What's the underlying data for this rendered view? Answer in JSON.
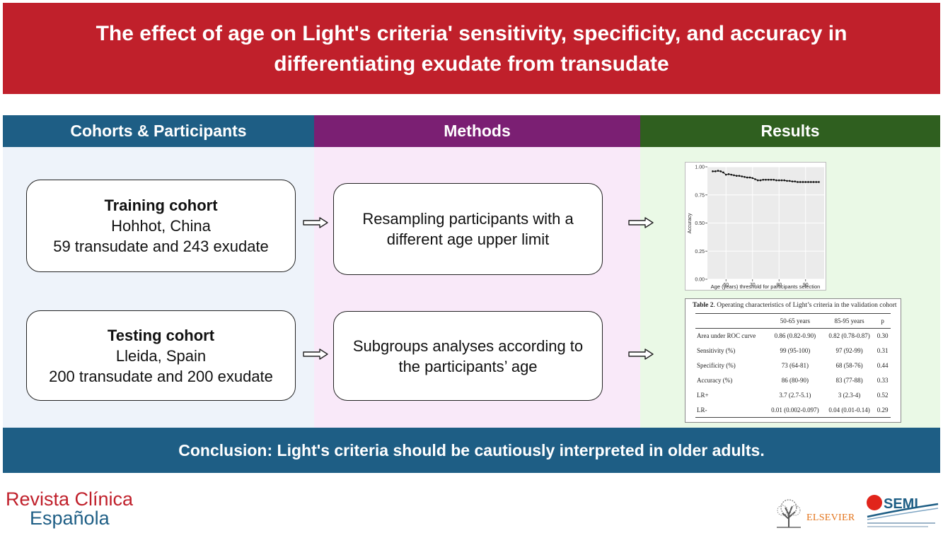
{
  "title": {
    "line1": "The effect of age on Light's criteria' sensitivity, specificity, and accuracy in",
    "line2": "differentiating exudate from transudate"
  },
  "columns": {
    "cohorts": "Cohorts & Participants",
    "methods": "Methods",
    "results": "Results"
  },
  "training": {
    "heading": "Training cohort",
    "location": "Hohhot, China",
    "counts": "59 transudate and 243 exudate"
  },
  "testing": {
    "heading": "Testing cohort",
    "location": "Lleida, Spain",
    "counts": "200 transudate and 200 exudate"
  },
  "methods": {
    "resampling_l1": "Resampling participants with a",
    "resampling_l2": "different age upper limit",
    "subgroups_l1": "Subgroups analyses according to",
    "subgroups_l2": "the participants’ age"
  },
  "chart_data": {
    "type": "line",
    "xlabel": "Age (years) threshold for participants selection",
    "ylabel": "Accuracy",
    "xlim": [
      53,
      97
    ],
    "ylim": [
      0,
      1
    ],
    "xticks": [
      60,
      70,
      80,
      90
    ],
    "yticks": [
      0.0,
      0.25,
      0.5,
      0.75,
      1.0
    ],
    "ytick_labels": [
      "0.00",
      "0.25",
      "0.50",
      "0.75",
      "1.00"
    ],
    "grid": true,
    "x": [
      55,
      56,
      57,
      58,
      59,
      60,
      61,
      62,
      63,
      64,
      65,
      66,
      67,
      68,
      69,
      70,
      71,
      72,
      73,
      74,
      75,
      76,
      77,
      78,
      79,
      80,
      81,
      82,
      83,
      84,
      85,
      86,
      87,
      88,
      89,
      90,
      91,
      92,
      93,
      94,
      95
    ],
    "y": [
      0.96,
      0.96,
      0.965,
      0.96,
      0.95,
      0.93,
      0.935,
      0.93,
      0.925,
      0.92,
      0.92,
      0.915,
      0.91,
      0.905,
      0.905,
      0.9,
      0.89,
      0.88,
      0.88,
      0.885,
      0.885,
      0.885,
      0.885,
      0.885,
      0.88,
      0.88,
      0.88,
      0.88,
      0.875,
      0.875,
      0.87,
      0.87,
      0.865,
      0.865,
      0.865,
      0.865,
      0.865,
      0.865,
      0.865,
      0.865,
      0.865
    ]
  },
  "table": {
    "caption_bold": "Table 2",
    "caption_rest": ". Operating characteristics of Light’s criteria in the validation cohort",
    "headers": [
      "",
      "50-65 years",
      "85-95 years",
      "p"
    ],
    "rows": [
      [
        "Area under ROC curve",
        "0.86 (0.82-0.90)",
        "0.82 (0.78-0.87)",
        "0.30"
      ],
      [
        "Sensitivity (%)",
        "99 (95-100)",
        "97 (92-99)",
        "0.31"
      ],
      [
        "Specificity (%)",
        "73 (64-81)",
        "68 (58-76)",
        "0.44"
      ],
      [
        "Accuracy (%)",
        "86 (80-90)",
        "83 (77-88)",
        "0.33"
      ],
      [
        "LR+",
        "3.7 (2.7-5.1)",
        "3 (2.3-4)",
        "0.52"
      ],
      [
        "LR-",
        "0.01 (0.002-0.097)",
        "0.04 (0.01-0.14)",
        "0.29"
      ]
    ]
  },
  "conclusion": "Conclusion: Light's criteria should be cautiously interpreted in older adults.",
  "logos": {
    "journal_line1": "Revista Clínica",
    "journal_line2": "Española",
    "publisher": "ELSEVIER",
    "society": "SEMI"
  },
  "colors": {
    "title_red": "#c0202b",
    "cohorts_blue": "#1e5e85",
    "methods_purple": "#7b1f73",
    "results_green": "#2f5f1f",
    "elsevier_orange": "#e3741c"
  }
}
